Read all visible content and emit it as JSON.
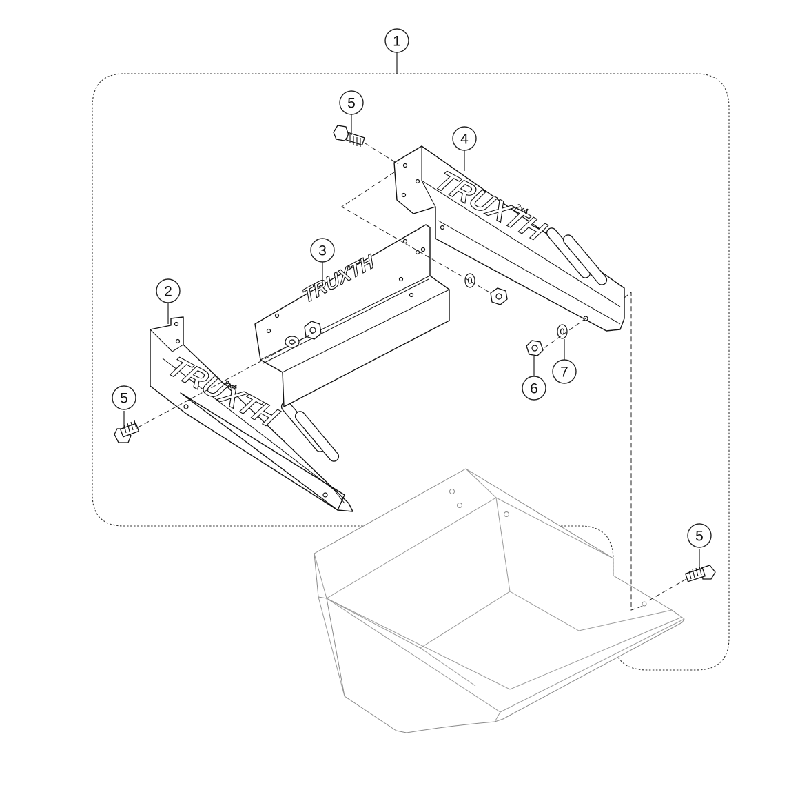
{
  "callouts": [
    {
      "label": "1"
    },
    {
      "label": "2"
    },
    {
      "label": "3"
    },
    {
      "label": "4"
    },
    {
      "label": "5"
    },
    {
      "label": "5"
    },
    {
      "label": "5"
    },
    {
      "label": "6"
    },
    {
      "label": "7"
    }
  ],
  "panel_logo": "TRUXTH",
  "panel_logo_mark": "2x4",
  "colors": {
    "line": "#111111",
    "hopper": "#8a8a8a",
    "background": "#ffffff"
  }
}
